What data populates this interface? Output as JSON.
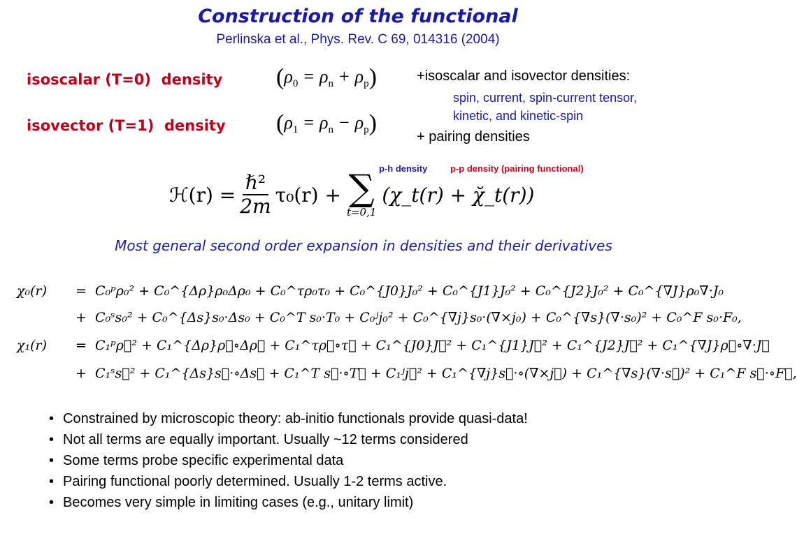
{
  "title": "Construction of the functional",
  "subtitle": "Perlinska et al., Phys. Rev. C 69, 014316 (2004)",
  "densities": {
    "isoscalar_label": "isoscalar (T=0)  density",
    "isovector_label": "isovector (T=1)  density",
    "isoscalar_eq": {
      "lhs": "ρ",
      "lhs_sub": "0",
      "a": "ρ",
      "a_sub": "n",
      "op": "+",
      "b": "ρ",
      "b_sub": "p"
    },
    "isovector_eq": {
      "lhs": "ρ",
      "lhs_sub": "1",
      "a": "ρ",
      "a_sub": "n",
      "op": "−",
      "b": "ρ",
      "b_sub": "p"
    }
  },
  "right_notes": {
    "line1": "+isoscalar and isovector densities:",
    "line2": "spin, current, spin-current tensor,",
    "line3": "kinetic, and kinetic-spin",
    "line4": "+ pairing densities"
  },
  "tags": {
    "ph": "p-h density",
    "pp": "p-p density (pairing functional)",
    "ph_color": "#1a1aa6",
    "pp_color": "#d0001c"
  },
  "hamiltonian": {
    "lhs": "ℋ(r) =",
    "numerator": "ℏ²",
    "denominator": "2m",
    "tau_term": "τ₀(r) +",
    "sum_limit": "t=0,1",
    "sum_body": "(χ_t(r) + χ̆_t(r))"
  },
  "general_text": "Most general second order expansion in densities and their derivatives",
  "equations": [
    {
      "lhs": "χ₀(r)",
      "rel": "=",
      "rhs": "C₀ᵖρ₀² + C₀^{Δρ}ρ₀Δρ₀ + C₀^τρ₀τ₀ + C₀^{J0}J₀² + C₀^{J1}J₀² + C₀^{J2}J₀² + C₀^{∇J}ρ₀∇·J₀"
    },
    {
      "lhs": "",
      "rel": "+",
      "rhs": "C₀ˢs₀² + C₀^{Δs}s₀·Δs₀ + C₀^T s₀·T₀ + C₀ʲj₀² + C₀^{∇j}s₀·(∇×j₀) + C₀^{∇s}(∇·s₀)² + C₀^F s₀·F₀,"
    },
    {
      "lhs": "χ₁(r)",
      "rel": "=",
      "rhs": "C₁ᵖρ⃗² + C₁^{Δρ}ρ⃗∘Δρ⃗ + C₁^τρ⃗∘τ⃗ + C₁^{J0}J⃗² + C₁^{J1}J⃗² + C₁^{J2}J⃗² + C₁^{∇J}ρ⃗∘∇·J⃗"
    },
    {
      "lhs": "",
      "rel": "+",
      "rhs": "C₁ˢs⃗² + C₁^{Δs}s⃗·∘Δs⃗ + C₁^T s⃗·∘T⃗ + C₁ʲj⃗² + C₁^{∇j}s⃗·∘(∇×j⃗) + C₁^{∇s}(∇·s⃗)² + C₁^F s⃗·∘F⃗,"
    }
  ],
  "bullets": [
    "Constrained by microscopic theory: ab-initio functionals provide quasi-data!",
    "Not all terms are equally important. Usually ~12 terms considered",
    "Some terms probe specific experimental data",
    "Pairing functional poorly determined. Usually 1-2 terms active.",
    "Becomes very simple in limiting cases (e.g., unitary limit)"
  ]
}
